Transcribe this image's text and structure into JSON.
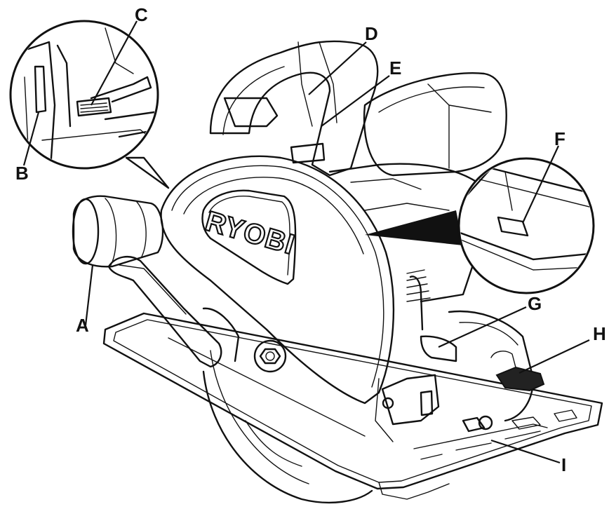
{
  "brand": {
    "logo_text": "RYOBI"
  },
  "labels": [
    {
      "id": "A",
      "text": "A"
    },
    {
      "id": "B",
      "text": "B"
    },
    {
      "id": "C",
      "text": "C"
    },
    {
      "id": "D",
      "text": "D"
    },
    {
      "id": "E",
      "text": "E"
    },
    {
      "id": "F",
      "text": "F"
    },
    {
      "id": "G",
      "text": "G"
    },
    {
      "id": "H",
      "text": "H"
    },
    {
      "id": "I",
      "text": "I"
    }
  ],
  "colors": {
    "line": "#111111",
    "background": "#ffffff",
    "dark_part": "#222222"
  }
}
